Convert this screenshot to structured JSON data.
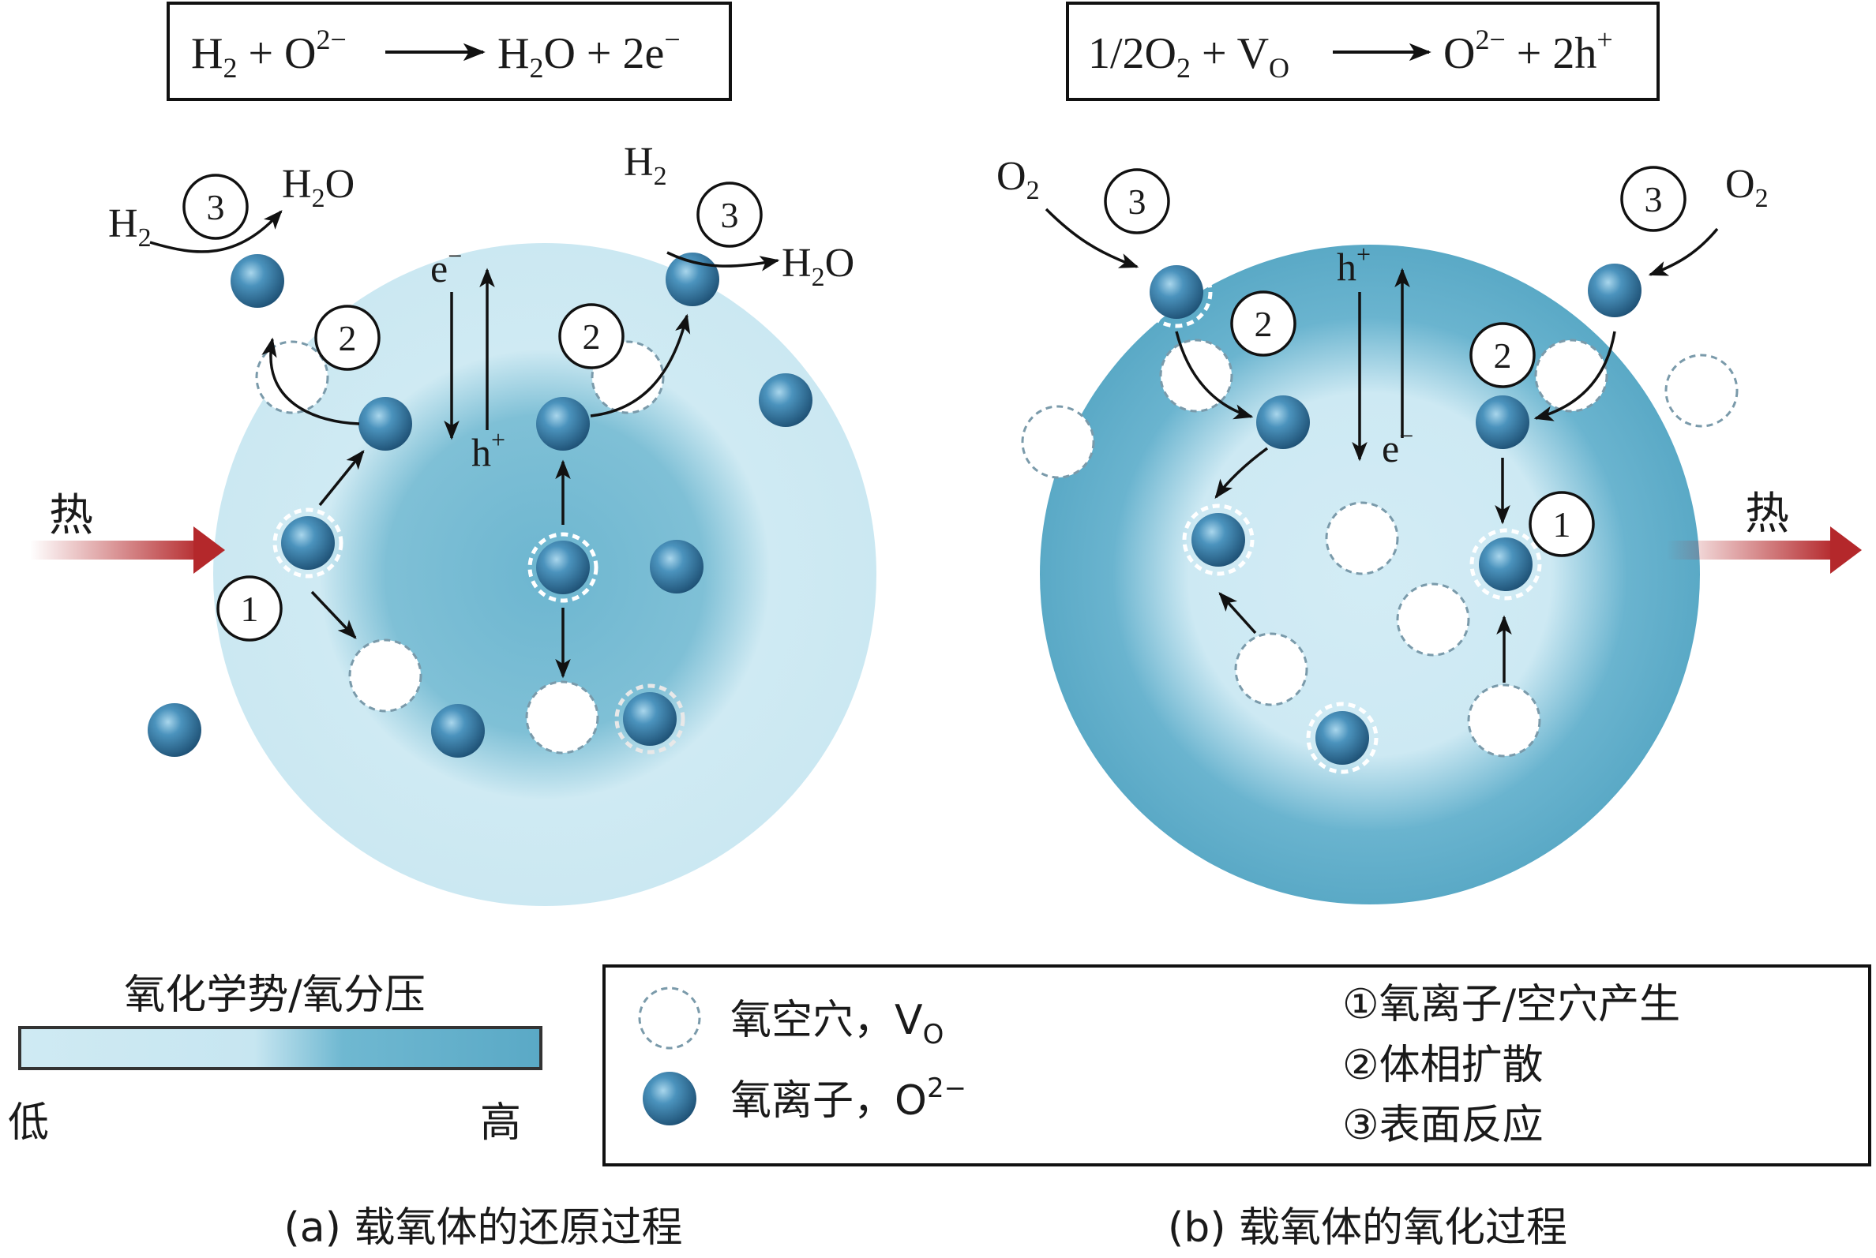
{
  "panel_a": {
    "equation": {
      "a": "H",
      "a_sub": "2",
      "b": " + O",
      "b_sup": "2−",
      "c": "H",
      "c_sub": "2",
      "d": "O + 2e",
      "d_sup": "−"
    },
    "h2_left": "H",
    "h2_left_sub": "2",
    "h2o_left": "H",
    "h2o_left_sub": "2",
    "h2o_left_end": "O",
    "h2_right": "H",
    "h2_right_sub": "2",
    "h2o_right": "H",
    "h2o_right_sub": "2",
    "h2o_right_end": "O",
    "electron": "e",
    "electron_sup": "−",
    "hole": "h",
    "hole_sup": "+",
    "heat": "热",
    "caption": "(a) 载氧体的还原过程",
    "markers": {
      "one": "1",
      "two": "2",
      "three": "3"
    }
  },
  "panel_b": {
    "equation": {
      "a": "1/2O",
      "a_sub": "2",
      "b": " + V",
      "b_sub": "O",
      "c": "O",
      "c_sup": "2−",
      "d": " + 2h",
      "d_sup": "+"
    },
    "o2_left": "O",
    "o2_left_sub": "2",
    "o2_right": "O",
    "o2_right_sub": "2",
    "hole": "h",
    "hole_sup": "+",
    "electron": "e",
    "electron_sup": "−",
    "heat": "热",
    "caption": "(b) 载氧体的氧化过程",
    "markers": {
      "one": "1",
      "two": "2",
      "three": "3"
    }
  },
  "colorbar": {
    "title": "氧化学势/氧分压",
    "low": "低",
    "high": "高",
    "colors": {
      "low": "#cfeaf3",
      "high": "#5fb0cc"
    }
  },
  "legend": {
    "vacancy_label": "氧空穴，V",
    "vacancy_sub": "O",
    "ion_label": "氧离子，O",
    "ion_sup": "2−",
    "step1": "①氧离子/空穴产生",
    "step2": "②体相扩散",
    "step3": "③表面反应"
  },
  "colors": {
    "sphere_light": "#cdeaf4",
    "sphere_dark": "#5fadc8",
    "ion": "#2f78a3",
    "heat_arrow": "#b4282b"
  }
}
